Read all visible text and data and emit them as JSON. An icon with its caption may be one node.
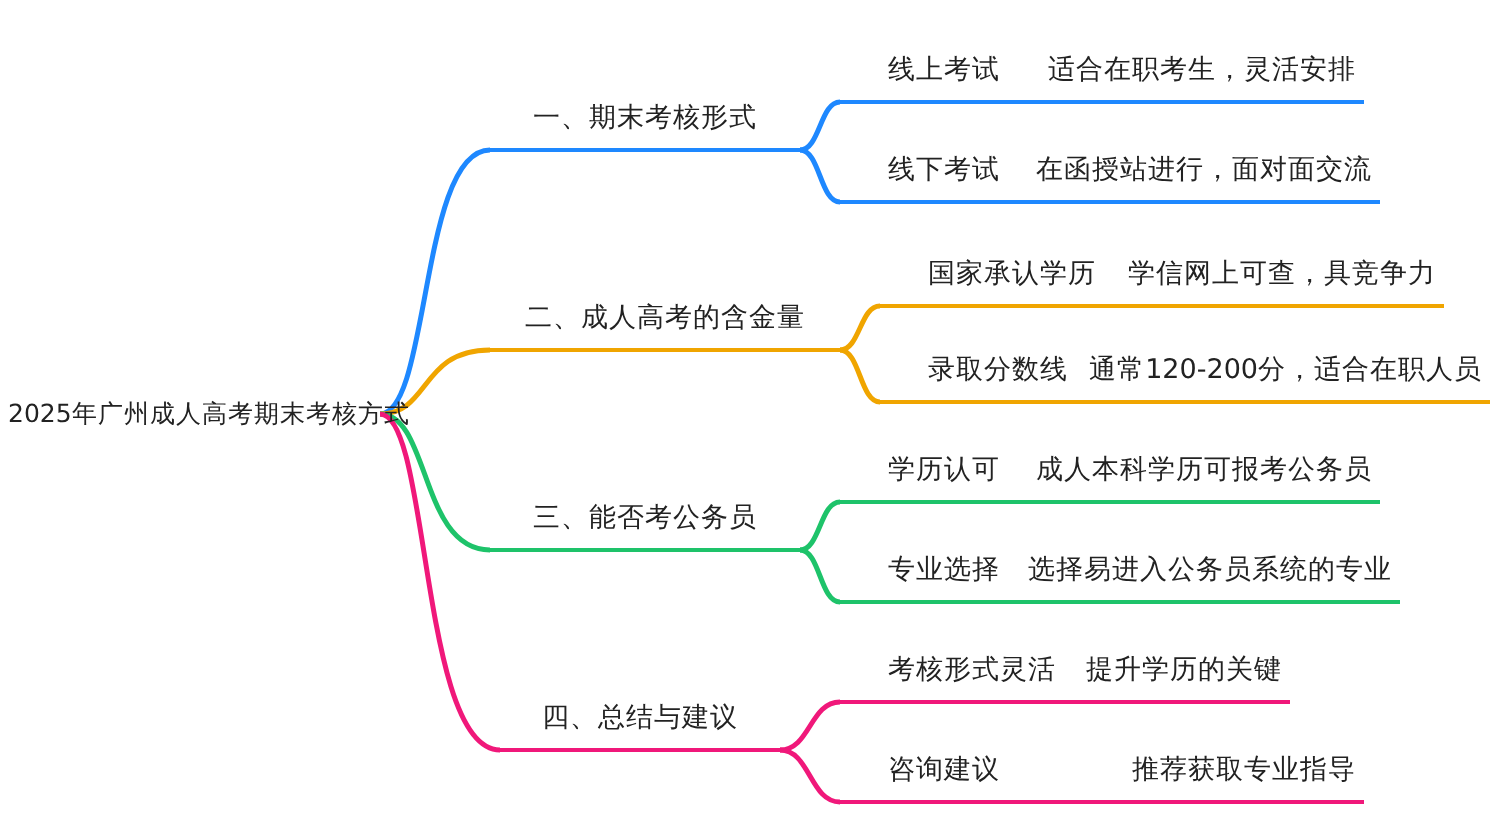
{
  "diagram": {
    "nodes": [
      {
        "text": [
          "2025年广州成人高考期末考核方式"
        ]
      },
      {
        "text": [
          "一、期末考核形式"
        ]
      },
      {
        "text": [
          "线上考试",
          "适合在职考生，灵活安排"
        ]
      },
      {
        "text": [
          "线下考试",
          "在函授站进行，面对面交流"
        ]
      },
      {
        "text": [
          "二、成人高考的含金量"
        ]
      },
      {
        "text": [
          "国家承认学历",
          "学信网上可查，具竞争力"
        ]
      },
      {
        "text": [
          "录取分数线",
          "通常120-200分，适合在职人员"
        ]
      },
      {
        "text": [
          "三、能否考公务员"
        ]
      },
      {
        "text": [
          "学历认可",
          "成人本科学历可报考公务员"
        ]
      },
      {
        "text": [
          "专业选择",
          "选择易进入公务员系统的专业"
        ]
      },
      {
        "text": [
          "四、总结与建议"
        ]
      },
      {
        "text": [
          "考核形式灵活",
          "提升学历的关键"
        ]
      },
      {
        "text": [
          "咨询建议",
          "推荐获取专业指导"
        ]
      }
    ],
    "edges": [
      {
        "from": 0,
        "to": 1,
        "arrow": "none",
        "color": "#1e88ff"
      },
      {
        "from": 1,
        "to": 2,
        "arrow": "none",
        "color": "#1e88ff"
      },
      {
        "from": 1,
        "to": 3,
        "arrow": "none",
        "color": "#1e88ff"
      },
      {
        "from": 0,
        "to": 4,
        "arrow": "none",
        "color": "#f0a500"
      },
      {
        "from": 4,
        "to": 5,
        "arrow": "none",
        "color": "#f0a500"
      },
      {
        "from": 4,
        "to": 6,
        "arrow": "none",
        "color": "#f0a500"
      },
      {
        "from": 0,
        "to": 7,
        "arrow": "none",
        "color": "#1ec36a"
      },
      {
        "from": 7,
        "to": 8,
        "arrow": "none",
        "color": "#1ec36a"
      },
      {
        "from": 7,
        "to": 9,
        "arrow": "none",
        "color": "#1ec36a"
      },
      {
        "from": 0,
        "to": 10,
        "arrow": "none",
        "color": "#f0187a"
      },
      {
        "from": 10,
        "to": 11,
        "arrow": "none",
        "color": "#f0187a"
      },
      {
        "from": 10,
        "to": 12,
        "arrow": "none",
        "color": "#f0187a"
      }
    ]
  }
}
